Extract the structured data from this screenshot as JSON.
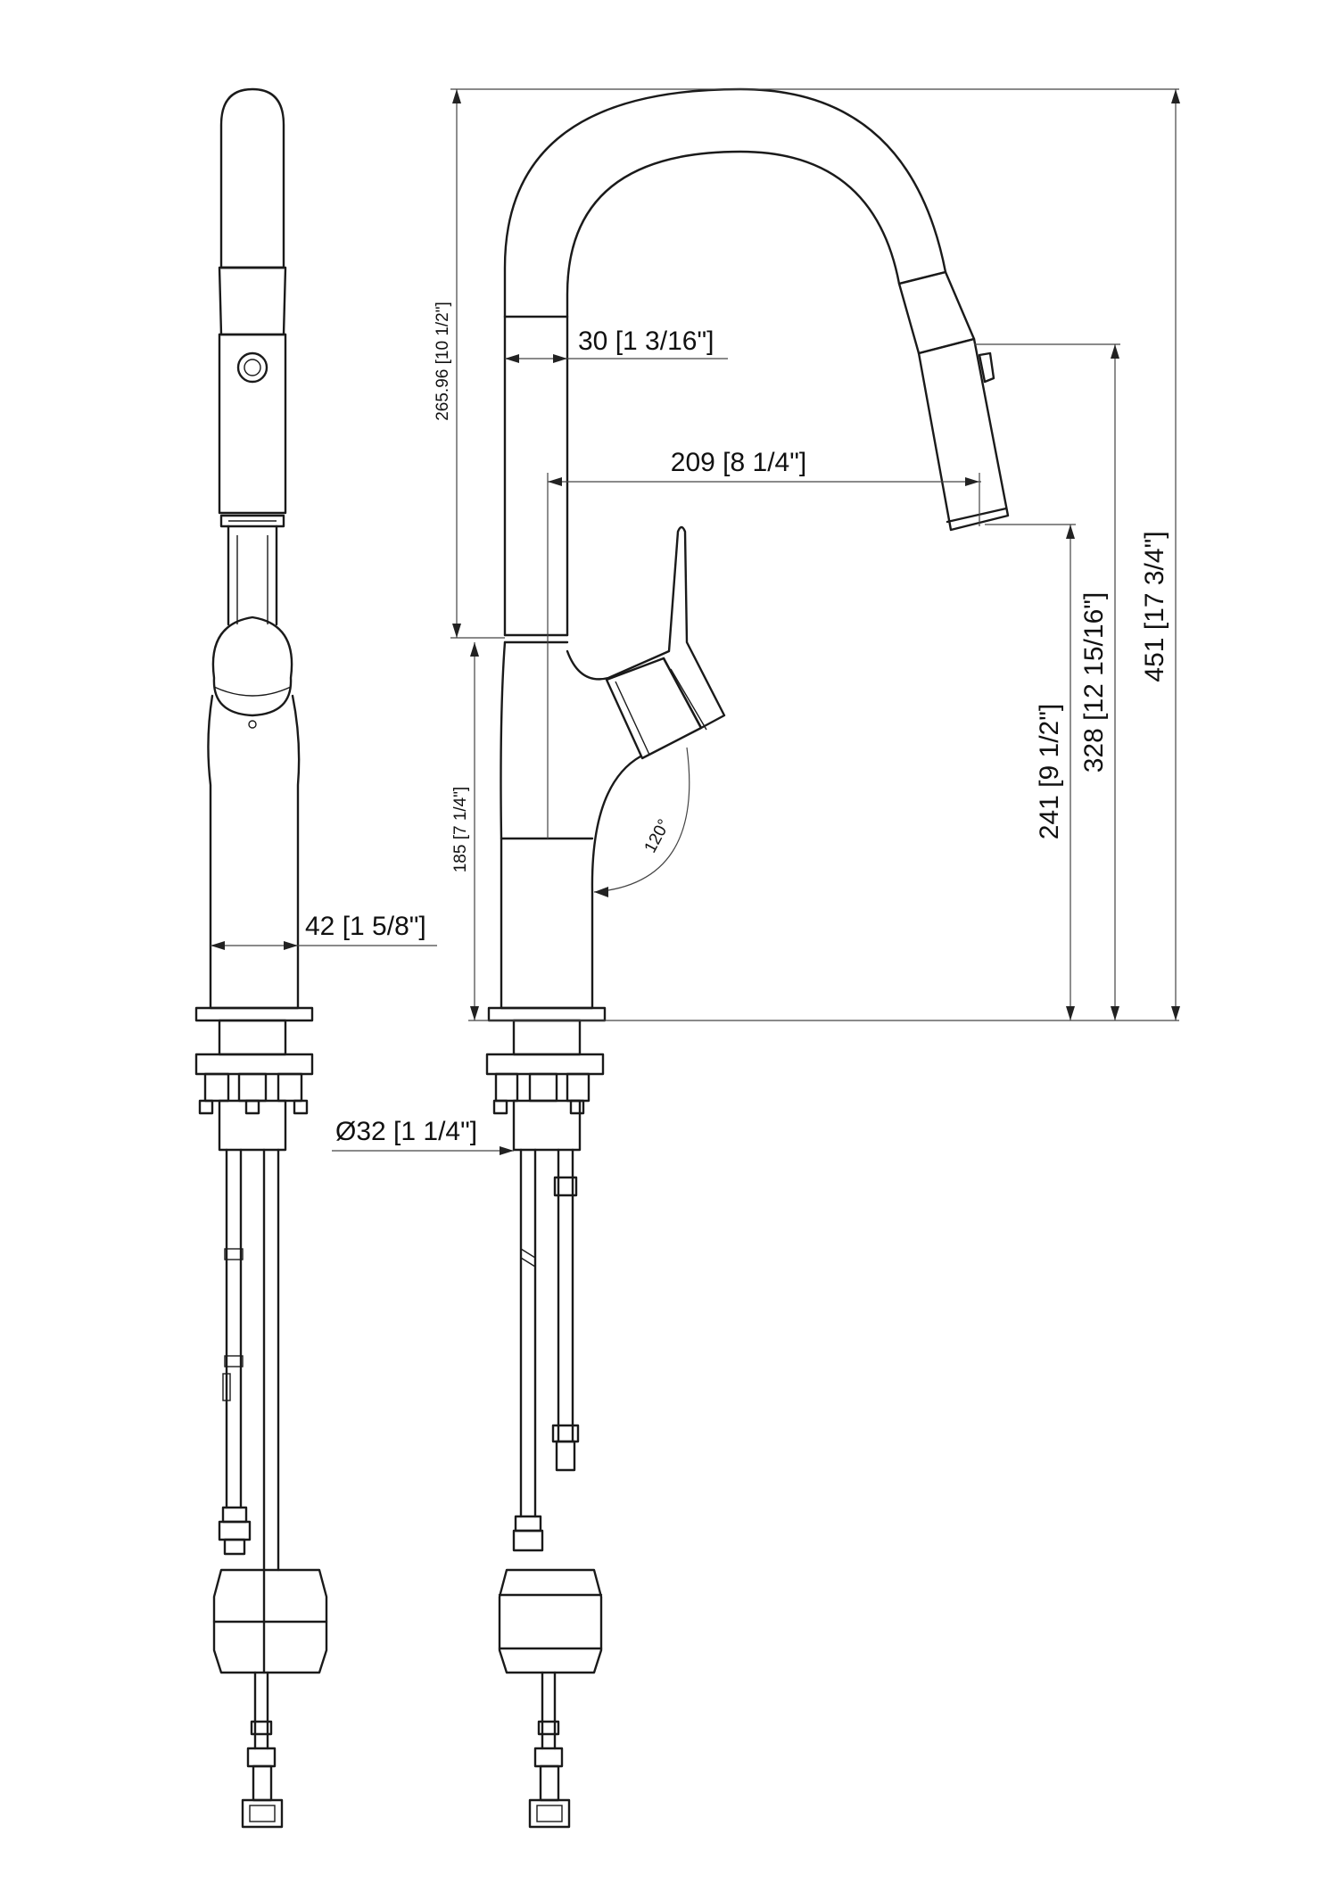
{
  "dimensions": {
    "spout_height_arc": "265.96 [10 1/2\"]",
    "spout_width": "30 [1 3/16\"]",
    "reach": "209 [8 1/4\"]",
    "handle_height": "185 [7 1/4\"]",
    "handle_angle": "120°",
    "spray_outlet_height": "241 [9 1/2\"]",
    "spray_head_height": "328 [12 15/16\"]",
    "overall_height": "451 [17 3/4\"]",
    "body_width": "42 [1 5/8\"]",
    "shank_diameter": "Ø32 [1 1/4\"]"
  },
  "colors": {
    "line": "#1a1a1a",
    "dimension": "#444444",
    "background": "#ffffff"
  }
}
